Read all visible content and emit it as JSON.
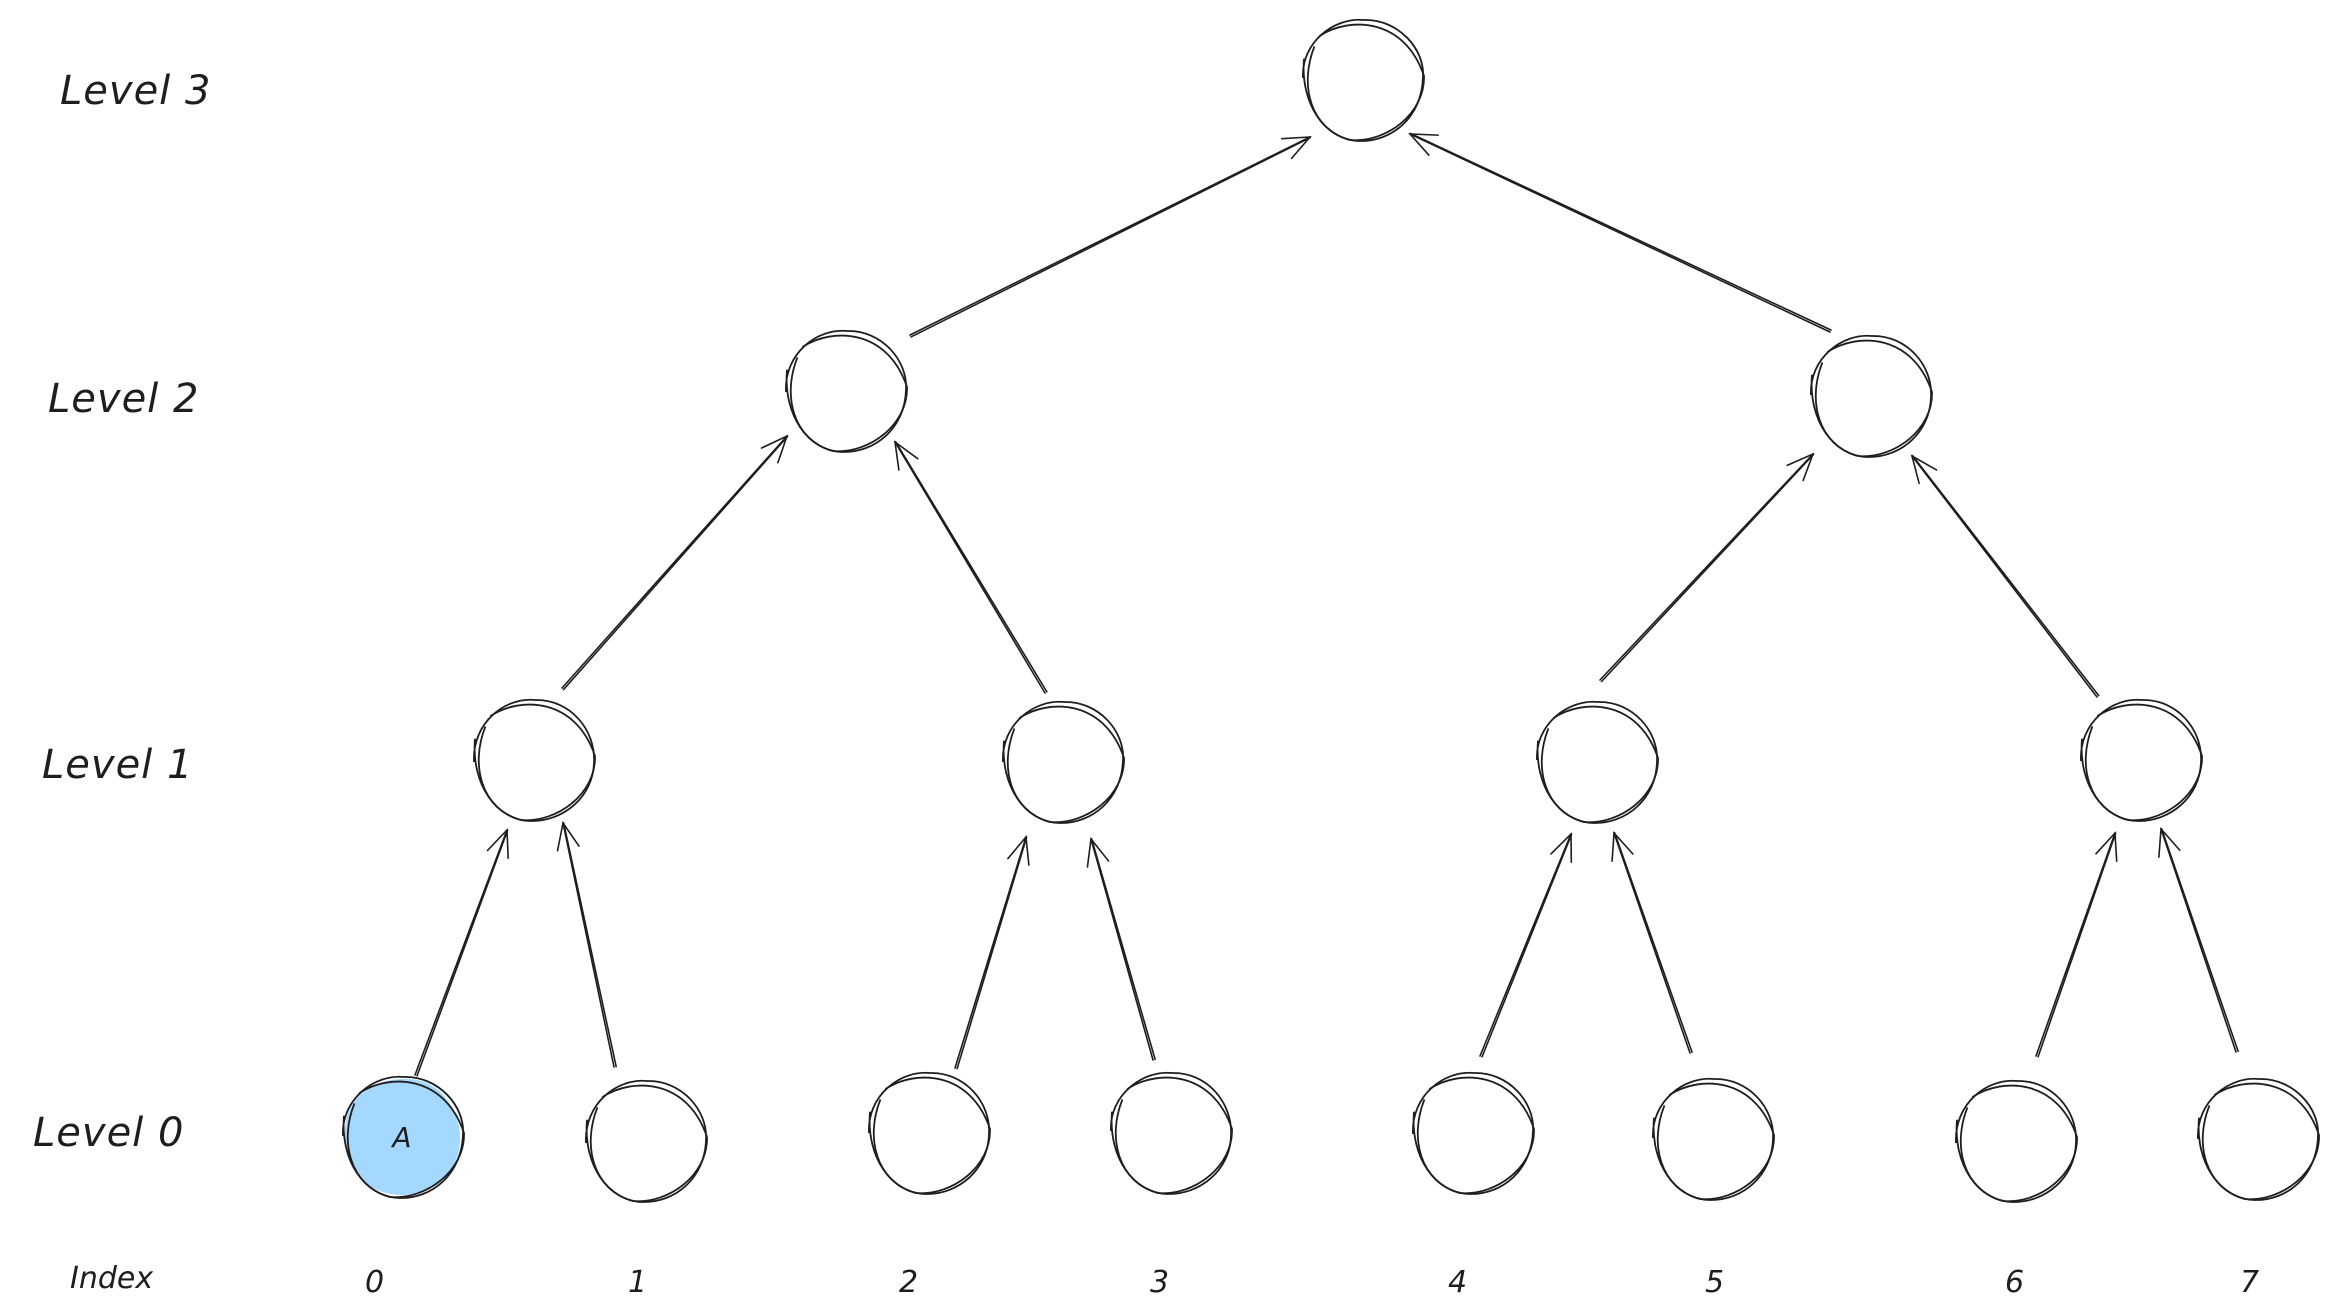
{
  "levels": [
    {
      "label": "Level 3"
    },
    {
      "label": "Level 2"
    },
    {
      "label": "Level 1"
    },
    {
      "label": "Level 0"
    }
  ],
  "index": {
    "label": "Index",
    "values": [
      "0",
      "1",
      "2",
      "3",
      "4",
      "5",
      "6",
      "7"
    ]
  },
  "highlight": {
    "node_label": "A",
    "fill_color": "#a5d8ff",
    "stroke_color": "#1e1e1e"
  },
  "tree": {
    "depth": 4,
    "leaf_count": 8,
    "edge_direction": "child-to-parent",
    "highlighted_leaf_index": 0
  }
}
